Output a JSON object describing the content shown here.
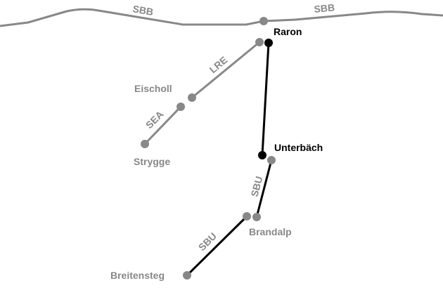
{
  "colors": {
    "grey": "#888888",
    "black": "#000000"
  },
  "lines": {
    "sbb_left": "SBB",
    "sbb_right": "SBB",
    "lre": "LRE",
    "sea": "SEA",
    "sbu_upper": "SBU",
    "sbu_lower": "SBU"
  },
  "stations": {
    "raron": "Raron",
    "eischoll": "Eischoll",
    "strygge": "Strygge",
    "unterbaech": "Unterbäch",
    "brandalp": "Brandalp",
    "breitensteg": "Breitensteg"
  }
}
